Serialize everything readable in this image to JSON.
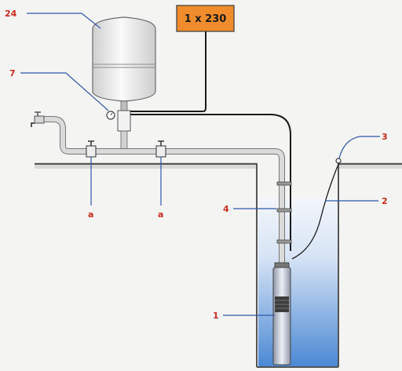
{
  "power_label": "1 x 230",
  "callouts": {
    "c24": "24",
    "c7": "7",
    "c3": "3",
    "c2": "2",
    "c4": "4",
    "c1": "1",
    "ca_left": "a",
    "ca_right": "a"
  },
  "colors": {
    "accent_orange": "#f08c2c",
    "callout_red": "#cc2a1e",
    "leader_blue": "#2f58a8",
    "water_top": "#e6eef8",
    "water_bottom": "#4c8ad6",
    "pipe_gray": "#d0d0d0",
    "wall_gray": "#555555"
  }
}
